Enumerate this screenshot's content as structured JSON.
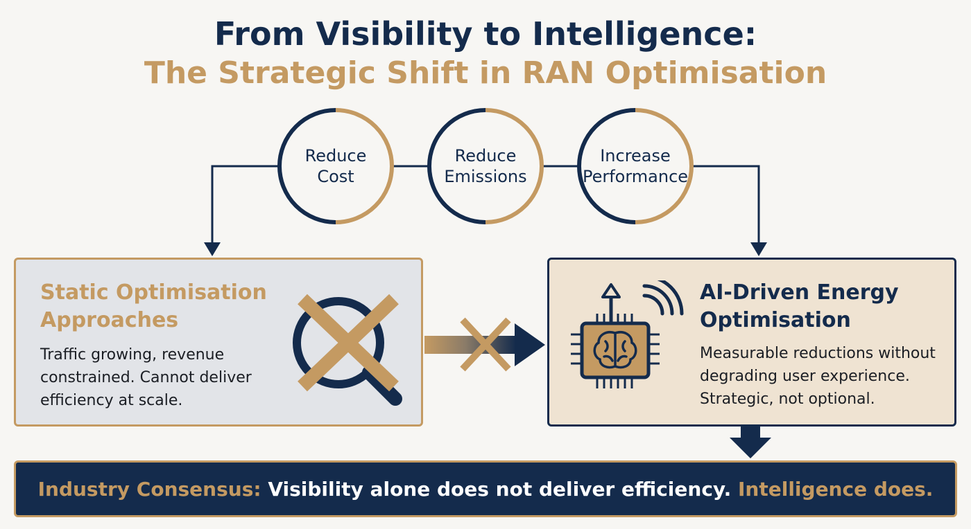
{
  "title": {
    "line1": "From Visibility to Intelligence:",
    "line2": "The Strategic Shift in RAN Optimisation"
  },
  "goals": [
    {
      "line1": "Reduce",
      "line2": "Cost"
    },
    {
      "line1": "Reduce",
      "line2": "Emissions"
    },
    {
      "line1": "Increase",
      "line2": "Performance"
    }
  ],
  "left_panel": {
    "title_line1": "Static Optimisation",
    "title_line2": "Approaches",
    "body_line1": "Traffic growing, revenue",
    "body_line2": "constrained. Cannot deliver",
    "body_line3": "efficiency at scale.",
    "icon": "magnifier-crossed-icon"
  },
  "right_panel": {
    "title_line1": "AI-Driven Energy",
    "title_line2": "Optimisation",
    "body_line1": "Measurable reductions without",
    "body_line2": "degrading user experience.",
    "body_line3": "Strategic, not optional.",
    "icon": "ai-chip-brain-icon"
  },
  "banner": {
    "prefix": "Industry Consensus:",
    "middle": "Visibility alone does not deliver efficiency.",
    "suffix": "Intelligence does."
  },
  "colors": {
    "navy": "#142b4c",
    "gold": "#c49a62",
    "background": "#f7f6f3",
    "left_panel_bg": "#e2e4e8",
    "right_panel_bg": "#efe3d2"
  }
}
